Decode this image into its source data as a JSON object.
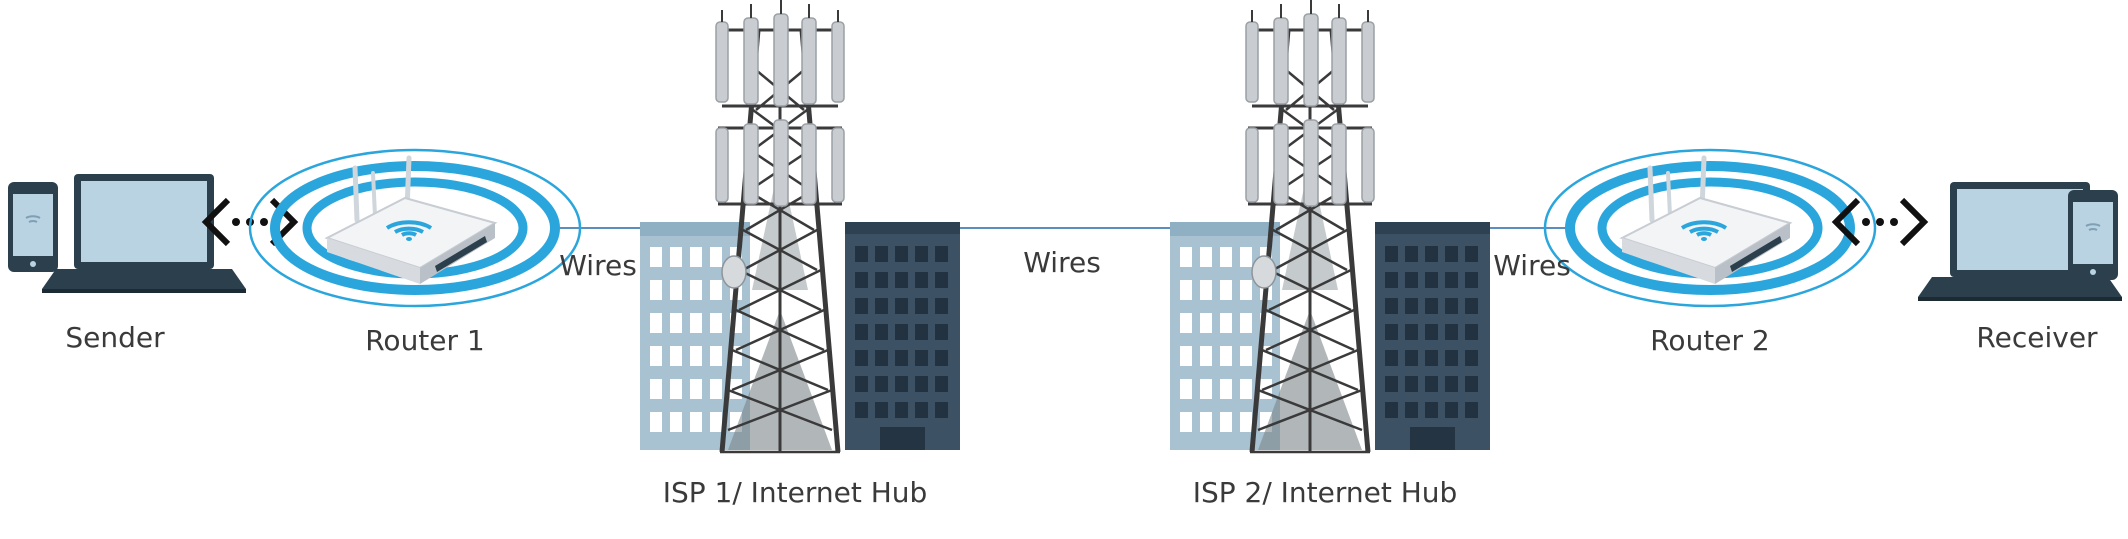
{
  "labels": {
    "sender": "Sender",
    "router1": "Router 1",
    "wires_left": "Wires",
    "isp1": "ISP 1/ Internet Hub",
    "wires_middle": "Wires",
    "isp2": "ISP 2/ Internet Hub",
    "wires_right": "Wires",
    "router2": "Router 2",
    "receiver": "Receiver"
  },
  "colors": {
    "ring": "#2ba6dd",
    "wire": "#5b8ec0",
    "device_dark": "#2b3f4c",
    "screen": "#b9d3e3",
    "building_light": "#a8c2d2",
    "building_dark": "#3c5163",
    "tower": "#3a3a3a"
  },
  "icons": {
    "signal": "wifi-signal-icon",
    "arrows": "bidirectional-arrow-icon"
  }
}
